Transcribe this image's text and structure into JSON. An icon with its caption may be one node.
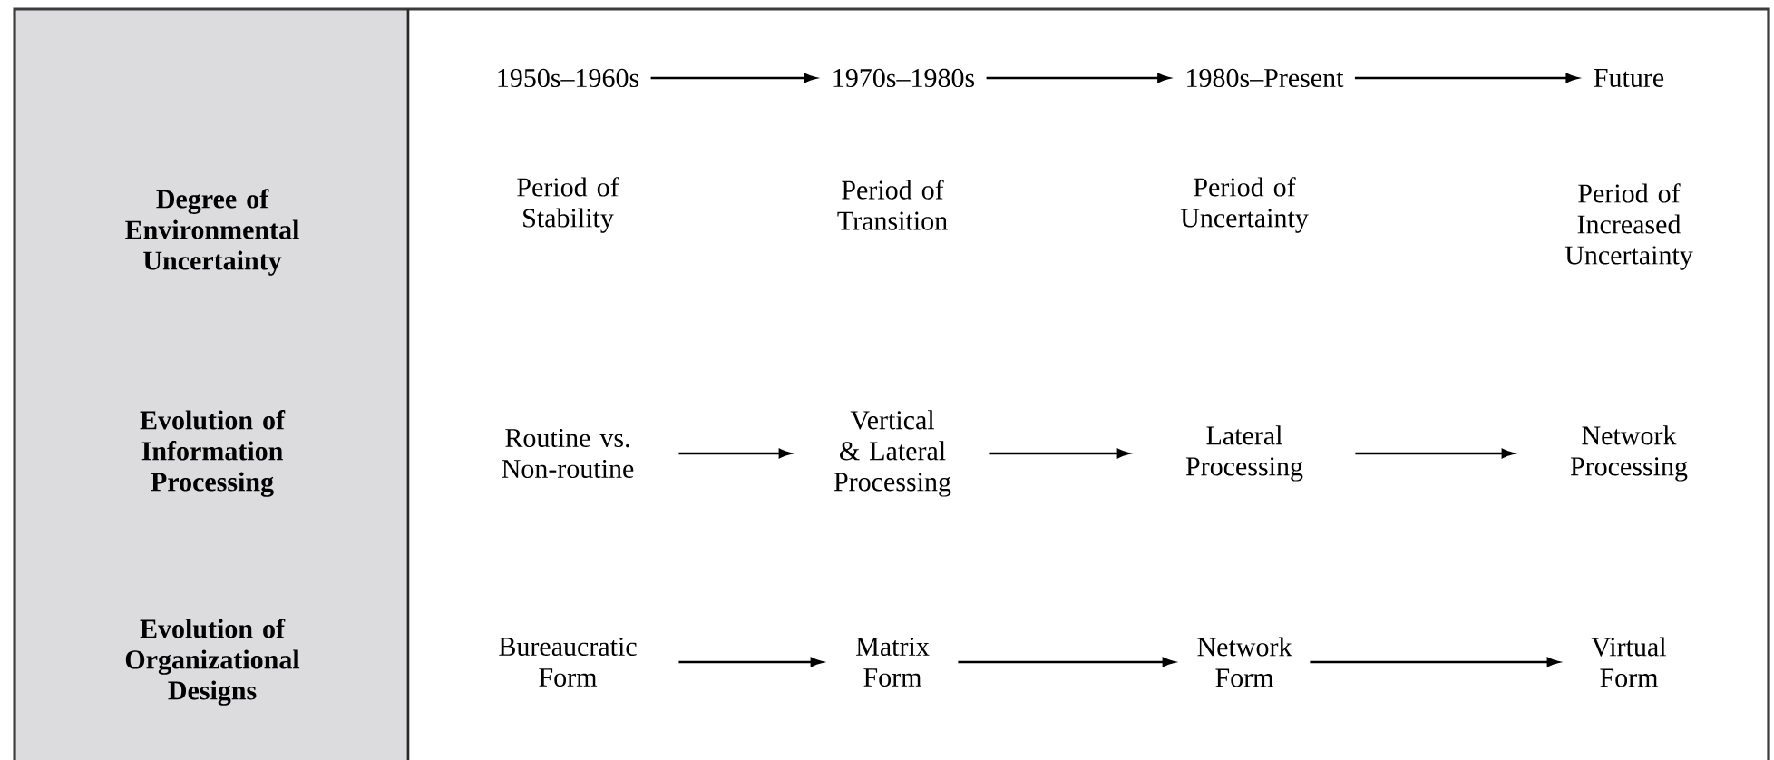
{
  "diagram": {
    "nodes": [
      {
        "text": [
          "1950s–1960s"
        ]
      },
      {
        "text": [
          "1970s–1980s"
        ]
      },
      {
        "text": [
          "1980s–Present"
        ]
      },
      {
        "text": [
          "Future"
        ]
      },
      {
        "text": [
          "Routine vs. Non-routine"
        ]
      },
      {
        "text": [
          "Vertical & Lateral Processing"
        ]
      },
      {
        "text": [
          "Lateral Processing"
        ]
      },
      {
        "text": [
          "Network Processing"
        ]
      },
      {
        "text": [
          "Bureaucratic Form"
        ]
      },
      {
        "text": [
          "Matrix Form"
        ]
      },
      {
        "text": [
          "Network Form"
        ]
      },
      {
        "text": [
          "Virtual Form"
        ]
      }
    ],
    "edges": [
      {
        "from": 0,
        "to": 1,
        "arrow": "to"
      },
      {
        "from": 1,
        "to": 2,
        "arrow": "to"
      },
      {
        "from": 2,
        "to": 3,
        "arrow": "to"
      },
      {
        "from": 4,
        "to": 5,
        "arrow": "to"
      },
      {
        "from": 5,
        "to": 6,
        "arrow": "to"
      },
      {
        "from": 6,
        "to": 7,
        "arrow": "to"
      },
      {
        "from": 8,
        "to": 9,
        "arrow": "to"
      },
      {
        "from": 9,
        "to": 10,
        "arrow": "to"
      },
      {
        "from": 10,
        "to": 11,
        "arrow": "to"
      }
    ],
    "labels": [
      "Degree of Environmental Uncertainty",
      "Period of Stability",
      "Period of Transition",
      "Period of Uncertainty",
      "Period of Increased Uncertainty",
      "Evolution of Information Processing",
      "Evolution of Organizational Designs"
    ]
  }
}
